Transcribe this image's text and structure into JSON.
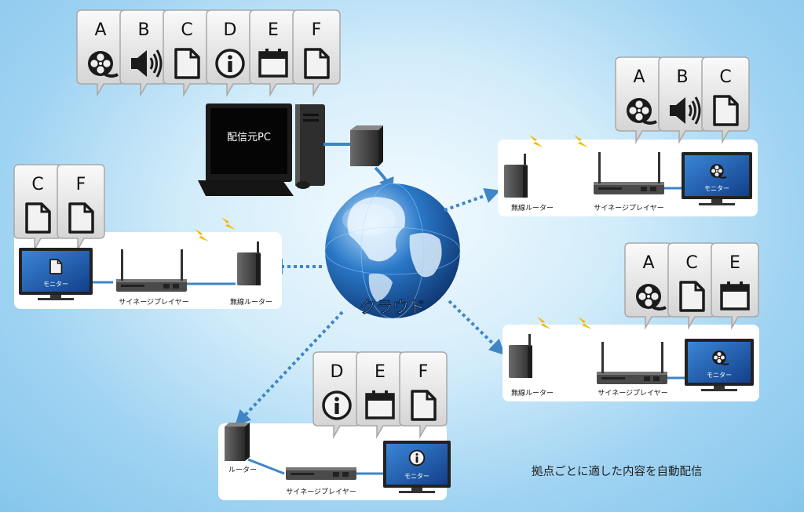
{
  "source": {
    "pc_label": "配信元PC",
    "content_tags": [
      {
        "letter": "A",
        "icon": "video-icon"
      },
      {
        "letter": "B",
        "icon": "speaker-icon"
      },
      {
        "letter": "C",
        "icon": "document-icon"
      },
      {
        "letter": "D",
        "icon": "info-icon"
      },
      {
        "letter": "E",
        "icon": "calendar-icon"
      },
      {
        "letter": "F",
        "icon": "document-icon"
      }
    ]
  },
  "cloud_label": "クラウド",
  "sites": {
    "top_right": {
      "router": "無線ルーター",
      "player": "サイネージプレイヤー",
      "monitor": "モニター",
      "tags": [
        "A",
        "B",
        "C"
      ]
    },
    "left": {
      "router": "無線ルーター",
      "player": "サイネージプレイヤー",
      "monitor": "モニター",
      "tags": [
        "C",
        "F"
      ]
    },
    "mid_right": {
      "router": "無線ルーター",
      "player": "サイネージプレイヤー",
      "monitor": "モニター",
      "tags": [
        "A",
        "C",
        "E"
      ]
    },
    "bottom": {
      "router": "ルーター",
      "player": "サイネージプレイヤー",
      "monitor": "モニター",
      "tags": [
        "D",
        "E",
        "F"
      ]
    }
  },
  "caption": "拠点ごとに適した内容を自動配信",
  "colors": {
    "accent": "#3e86c6",
    "screen": "#1d5fae",
    "bubble": "#dcdcdc"
  }
}
